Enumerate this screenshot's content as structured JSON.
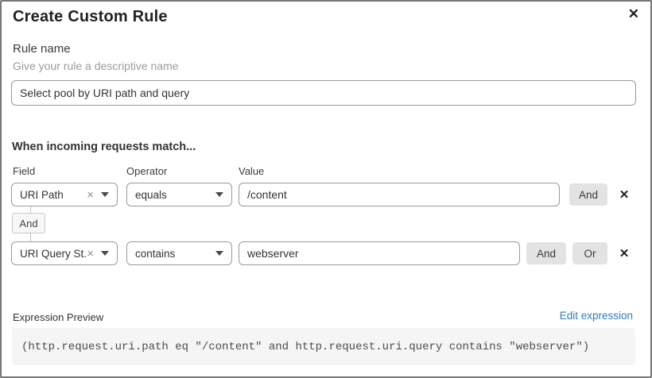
{
  "dialog": {
    "title": "Create Custom Rule"
  },
  "icons": {
    "close": "✕",
    "clear": "×",
    "remove": "✕"
  },
  "rule_name": {
    "label": "Rule name",
    "hint": "Give your rule a descriptive name",
    "value": "Select pool by URI path and query"
  },
  "match_section": {
    "heading": "When incoming requests match...",
    "columns": {
      "field": "Field",
      "operator": "Operator",
      "value": "Value"
    },
    "connector_label": "And",
    "rows": [
      {
        "field": "URI Path",
        "operator": "equals",
        "value": "/content",
        "buttons": [
          "And"
        ]
      },
      {
        "field": "URI Query St...",
        "operator": "contains",
        "value": "webserver",
        "buttons": [
          "And",
          "Or"
        ]
      }
    ]
  },
  "expression": {
    "label": "Expression Preview",
    "edit_link": "Edit expression",
    "code": "(http.request.uri.path eq \"/content\" and http.request.uri.query contains \"webserver\")"
  },
  "colors": {
    "link_blue": "#2e7cbe",
    "button_gray": "#e3e3e3",
    "input_border": "#9a9a9a",
    "code_background": "#f5f5f5"
  }
}
